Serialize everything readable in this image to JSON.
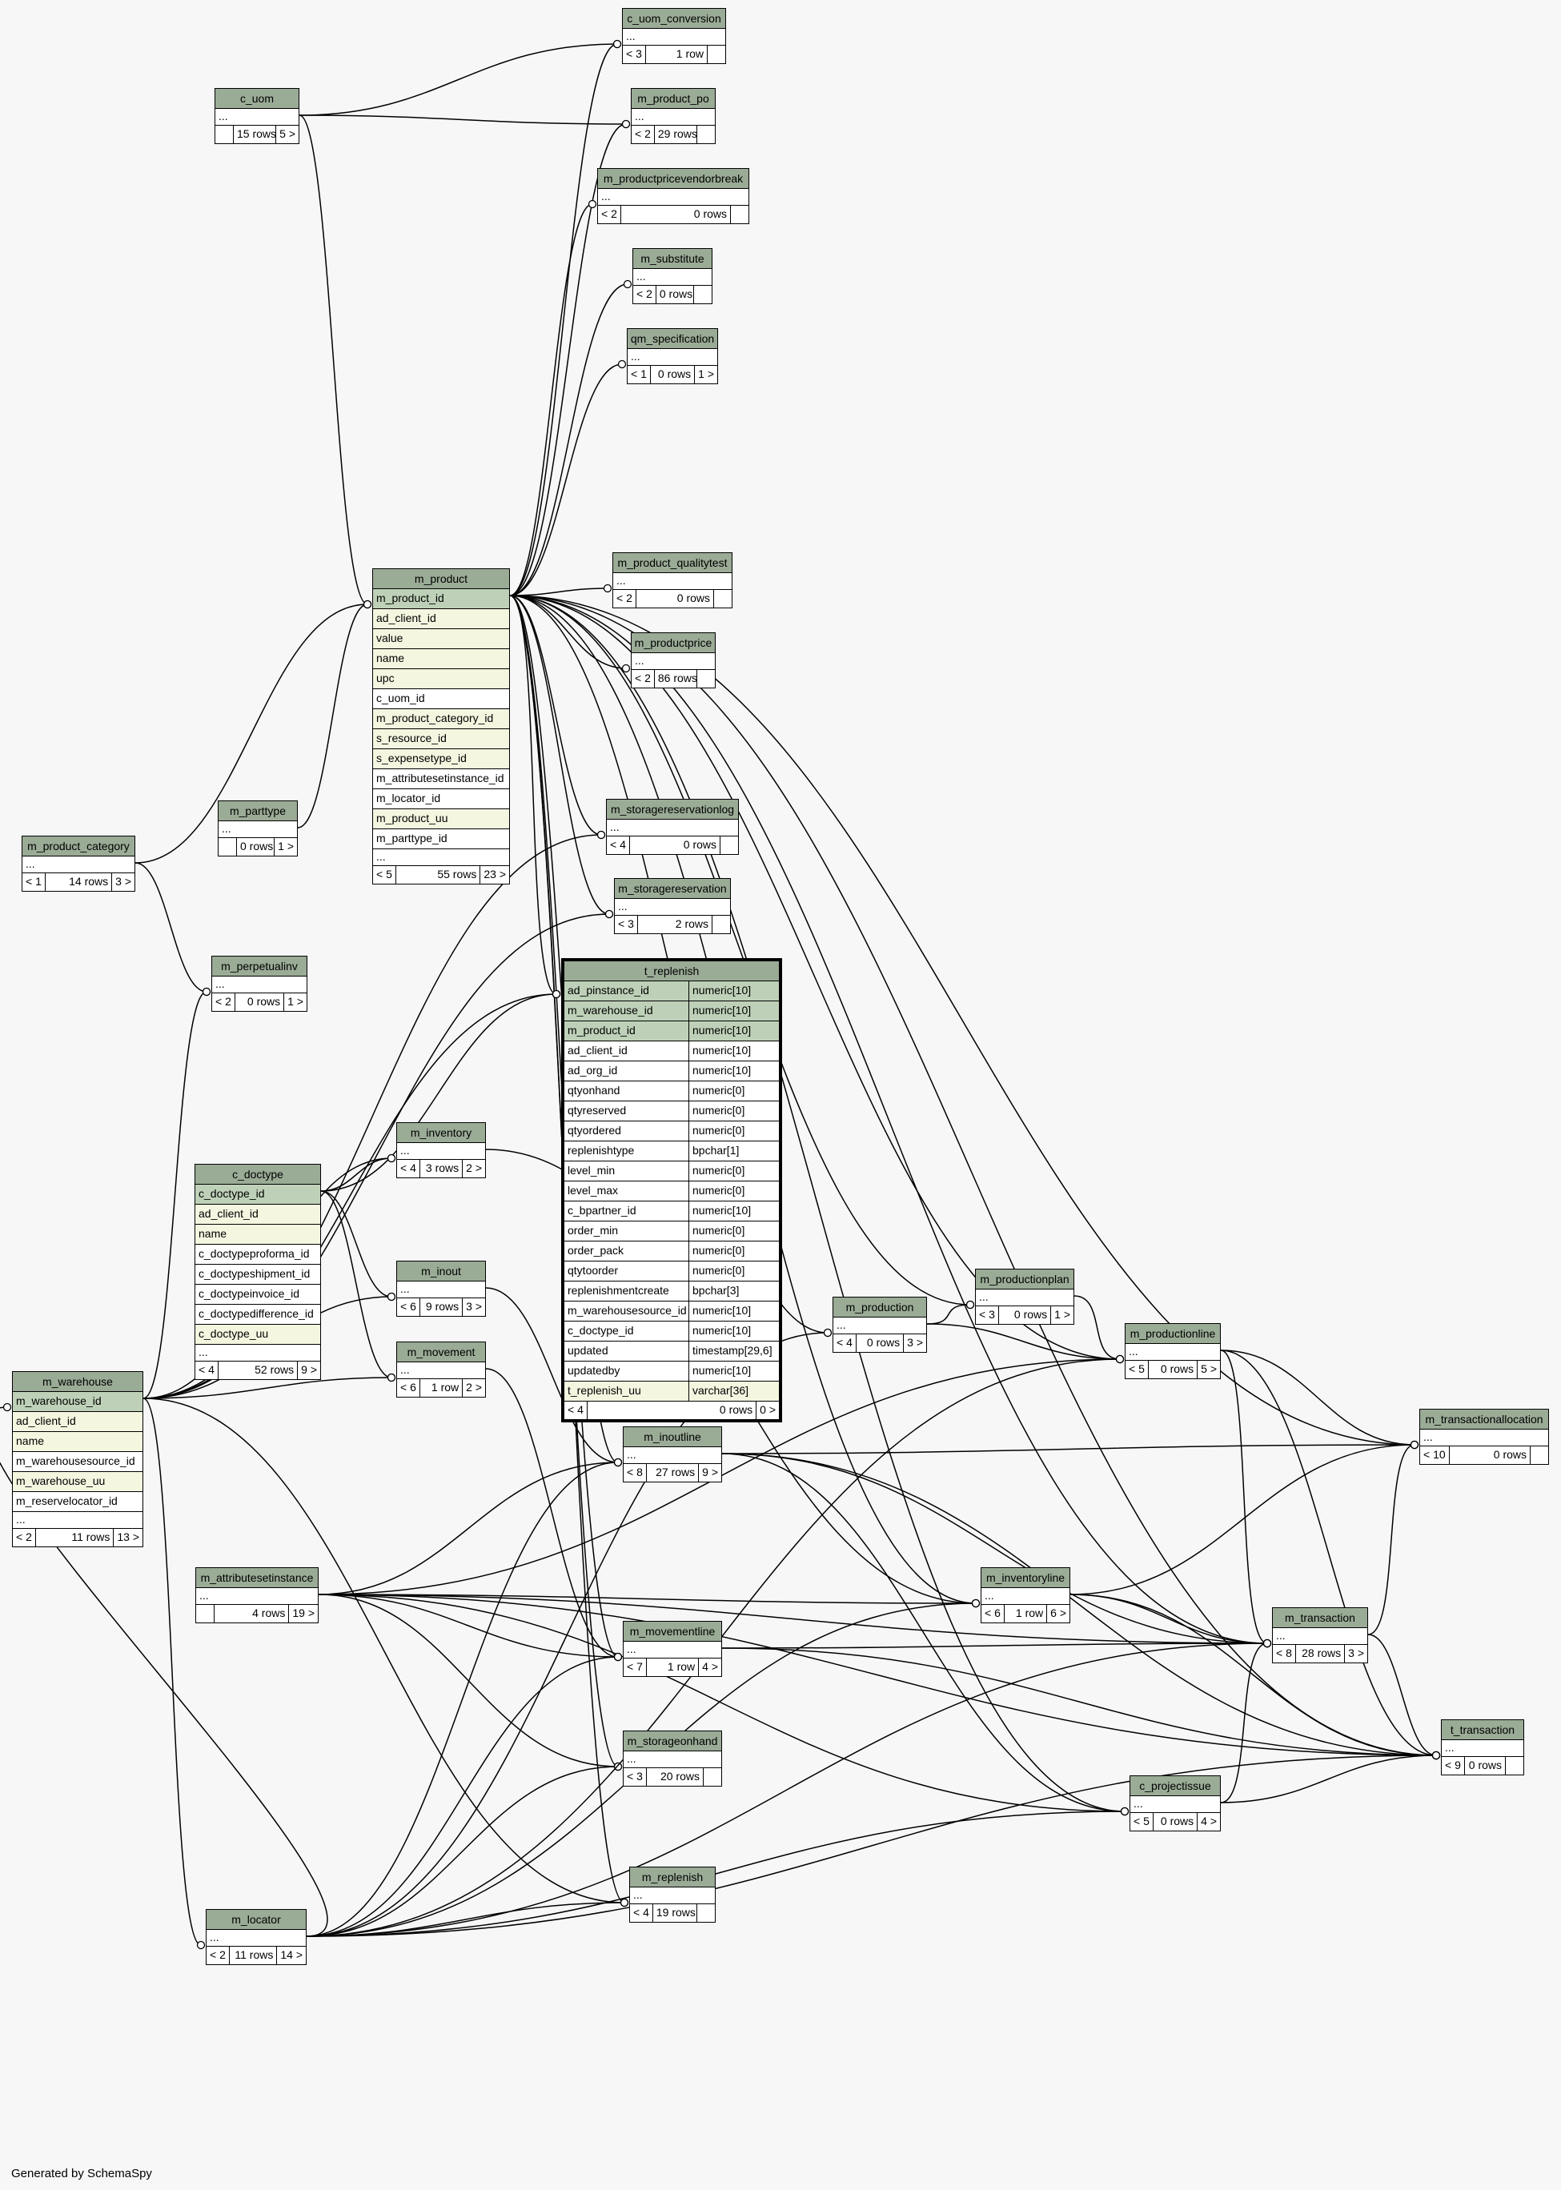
{
  "footer": "Generated by SchemaSpy",
  "tables": [
    {
      "id": "c_uom_conversion",
      "name": "c_uom_conversion",
      "ellipsis": "...",
      "stats": [
        "< 3",
        "1 row",
        ""
      ]
    },
    {
      "id": "c_uom",
      "name": "c_uom",
      "ellipsis": "...",
      "stats": [
        "",
        "15 rows",
        "5 >"
      ]
    },
    {
      "id": "m_product_po",
      "name": "m_product_po",
      "ellipsis": "...",
      "stats": [
        "< 2",
        "29 rows",
        ""
      ]
    },
    {
      "id": "m_productpricevendorbreak",
      "name": "m_productpricevendorbreak",
      "ellipsis": "...",
      "stats": [
        "< 2",
        "0 rows",
        ""
      ]
    },
    {
      "id": "m_substitute",
      "name": "m_substitute",
      "ellipsis": "...",
      "stats": [
        "< 2",
        "0 rows",
        ""
      ]
    },
    {
      "id": "qm_specification",
      "name": "qm_specification",
      "ellipsis": "...",
      "stats": [
        "< 1",
        "0 rows",
        "1 >"
      ]
    },
    {
      "id": "m_product",
      "name": "m_product",
      "columns": [
        {
          "name": "m_product_id",
          "kind": "pk"
        },
        {
          "name": "ad_client_id",
          "kind": "idx"
        },
        {
          "name": "value",
          "kind": "idx"
        },
        {
          "name": "name",
          "kind": "idx"
        },
        {
          "name": "upc",
          "kind": "idx"
        },
        {
          "name": "c_uom_id",
          "kind": "plain"
        },
        {
          "name": "m_product_category_id",
          "kind": "idx"
        },
        {
          "name": "s_resource_id",
          "kind": "idx"
        },
        {
          "name": "s_expensetype_id",
          "kind": "idx"
        },
        {
          "name": "m_attributesetinstance_id",
          "kind": "plain"
        },
        {
          "name": "m_locator_id",
          "kind": "plain"
        },
        {
          "name": "m_product_uu",
          "kind": "idx"
        },
        {
          "name": "m_parttype_id",
          "kind": "plain"
        }
      ],
      "ellipsis": "...",
      "stats": [
        "< 5",
        "55 rows",
        "23 >"
      ]
    },
    {
      "id": "m_product_qualitytest",
      "name": "m_product_qualitytest",
      "ellipsis": "...",
      "stats": [
        "< 2",
        "0 rows",
        ""
      ]
    },
    {
      "id": "m_productprice",
      "name": "m_productprice",
      "ellipsis": "...",
      "stats": [
        "< 2",
        "86 rows",
        ""
      ]
    },
    {
      "id": "m_parttype",
      "name": "m_parttype",
      "ellipsis": "...",
      "stats": [
        "",
        "0 rows",
        "1 >"
      ]
    },
    {
      "id": "m_product_category",
      "name": "m_product_category",
      "ellipsis": "...",
      "stats": [
        "< 1",
        "14 rows",
        "3 >"
      ]
    },
    {
      "id": "m_storagereservationlog",
      "name": "m_storagereservationlog",
      "ellipsis": "...",
      "stats": [
        "< 4",
        "0 rows",
        ""
      ]
    },
    {
      "id": "m_storagereservation",
      "name": "m_storagereservation",
      "ellipsis": "...",
      "stats": [
        "< 3",
        "2 rows",
        ""
      ]
    },
    {
      "id": "m_perpetualinv",
      "name": "m_perpetualinv",
      "ellipsis": "...",
      "stats": [
        "< 2",
        "0 rows",
        "1 >"
      ]
    },
    {
      "id": "t_replenish",
      "name": "t_replenish",
      "focus": true,
      "columns": [
        {
          "name": "ad_pinstance_id",
          "type": "numeric[10]",
          "kind": "pk"
        },
        {
          "name": "m_warehouse_id",
          "type": "numeric[10]",
          "kind": "pk"
        },
        {
          "name": "m_product_id",
          "type": "numeric[10]",
          "kind": "pk"
        },
        {
          "name": "ad_client_id",
          "type": "numeric[10]",
          "kind": "plain"
        },
        {
          "name": "ad_org_id",
          "type": "numeric[10]",
          "kind": "plain"
        },
        {
          "name": "qtyonhand",
          "type": "numeric[0]",
          "kind": "plain"
        },
        {
          "name": "qtyreserved",
          "type": "numeric[0]",
          "kind": "plain"
        },
        {
          "name": "qtyordered",
          "type": "numeric[0]",
          "kind": "plain"
        },
        {
          "name": "replenishtype",
          "type": "bpchar[1]",
          "kind": "plain"
        },
        {
          "name": "level_min",
          "type": "numeric[0]",
          "kind": "plain"
        },
        {
          "name": "level_max",
          "type": "numeric[0]",
          "kind": "plain"
        },
        {
          "name": "c_bpartner_id",
          "type": "numeric[10]",
          "kind": "plain"
        },
        {
          "name": "order_min",
          "type": "numeric[0]",
          "kind": "plain"
        },
        {
          "name": "order_pack",
          "type": "numeric[0]",
          "kind": "plain"
        },
        {
          "name": "qtytoorder",
          "type": "numeric[0]",
          "kind": "plain"
        },
        {
          "name": "replenishmentcreate",
          "type": "bpchar[3]",
          "kind": "plain"
        },
        {
          "name": "m_warehousesource_id",
          "type": "numeric[10]",
          "kind": "plain"
        },
        {
          "name": "c_doctype_id",
          "type": "numeric[10]",
          "kind": "plain"
        },
        {
          "name": "updated",
          "type": "timestamp[29,6]",
          "kind": "plain"
        },
        {
          "name": "updatedby",
          "type": "numeric[10]",
          "kind": "plain"
        },
        {
          "name": "t_replenish_uu",
          "type": "varchar[36]",
          "kind": "idx"
        }
      ],
      "stats": [
        "< 4",
        "0 rows",
        "0 >"
      ]
    },
    {
      "id": "m_inventory",
      "name": "m_inventory",
      "ellipsis": "...",
      "stats": [
        "< 4",
        "3 rows",
        "2 >"
      ]
    },
    {
      "id": "c_doctype",
      "name": "c_doctype",
      "columns": [
        {
          "name": "c_doctype_id",
          "kind": "pk"
        },
        {
          "name": "ad_client_id",
          "kind": "idx"
        },
        {
          "name": "name",
          "kind": "idx"
        },
        {
          "name": "c_doctypeproforma_id",
          "kind": "plain"
        },
        {
          "name": "c_doctypeshipment_id",
          "kind": "plain"
        },
        {
          "name": "c_doctypeinvoice_id",
          "kind": "plain"
        },
        {
          "name": "c_doctypedifference_id",
          "kind": "plain"
        },
        {
          "name": "c_doctype_uu",
          "kind": "idx"
        }
      ],
      "ellipsis": "...",
      "stats": [
        "< 4",
        "52 rows",
        "9 >"
      ]
    },
    {
      "id": "m_inout",
      "name": "m_inout",
      "ellipsis": "...",
      "stats": [
        "< 6",
        "9 rows",
        "3 >"
      ]
    },
    {
      "id": "m_movement",
      "name": "m_movement",
      "ellipsis": "...",
      "stats": [
        "< 6",
        "1 row",
        "2 >"
      ]
    },
    {
      "id": "m_warehouse",
      "name": "m_warehouse",
      "columns": [
        {
          "name": "m_warehouse_id",
          "kind": "pk"
        },
        {
          "name": "ad_client_id",
          "kind": "idx"
        },
        {
          "name": "name",
          "kind": "idx"
        },
        {
          "name": "m_warehousesource_id",
          "kind": "plain"
        },
        {
          "name": "m_warehouse_uu",
          "kind": "idx"
        },
        {
          "name": "m_reservelocator_id",
          "kind": "plain"
        }
      ],
      "ellipsis": "...",
      "stats": [
        "< 2",
        "11 rows",
        "13 >"
      ]
    },
    {
      "id": "m_production",
      "name": "m_production",
      "ellipsis": "...",
      "stats": [
        "< 4",
        "0 rows",
        "3 >"
      ]
    },
    {
      "id": "m_productionplan",
      "name": "m_productionplan",
      "ellipsis": "...",
      "stats": [
        "< 3",
        "0 rows",
        "1 >"
      ]
    },
    {
      "id": "m_productionline",
      "name": "m_productionline",
      "ellipsis": "...",
      "stats": [
        "< 5",
        "0 rows",
        "5 >"
      ]
    },
    {
      "id": "m_inoutline",
      "name": "m_inoutline",
      "ellipsis": "...",
      "stats": [
        "< 8",
        "27 rows",
        "9 >"
      ]
    },
    {
      "id": "m_transactionallocation",
      "name": "m_transactionallocation",
      "ellipsis": "...",
      "stats": [
        "< 10",
        "0 rows",
        ""
      ]
    },
    {
      "id": "m_attributesetinstance",
      "name": "m_attributesetinstance",
      "ellipsis": "...",
      "stats": [
        "",
        "4 rows",
        "19 >"
      ]
    },
    {
      "id": "m_inventoryline",
      "name": "m_inventoryline",
      "ellipsis": "...",
      "stats": [
        "< 6",
        "1 row",
        "6 >"
      ]
    },
    {
      "id": "m_movementline",
      "name": "m_movementline",
      "ellipsis": "...",
      "stats": [
        "< 7",
        "1 row",
        "4 >"
      ]
    },
    {
      "id": "m_transaction",
      "name": "m_transaction",
      "ellipsis": "...",
      "stats": [
        "< 8",
        "28 rows",
        "3 >"
      ]
    },
    {
      "id": "t_transaction",
      "name": "t_transaction",
      "ellipsis": "...",
      "stats": [
        "< 9",
        "0 rows",
        ""
      ]
    },
    {
      "id": "m_storageonhand",
      "name": "m_storageonhand",
      "ellipsis": "...",
      "stats": [
        "< 3",
        "20 rows",
        ""
      ]
    },
    {
      "id": "c_projectissue",
      "name": "c_projectissue",
      "ellipsis": "...",
      "stats": [
        "< 5",
        "0 rows",
        "4 >"
      ]
    },
    {
      "id": "m_replenish",
      "name": "m_replenish",
      "ellipsis": "...",
      "stats": [
        "< 4",
        "19 rows",
        ""
      ]
    },
    {
      "id": "m_locator",
      "name": "m_locator",
      "ellipsis": "...",
      "stats": [
        "< 2",
        "11 rows",
        "14 >"
      ]
    }
  ]
}
